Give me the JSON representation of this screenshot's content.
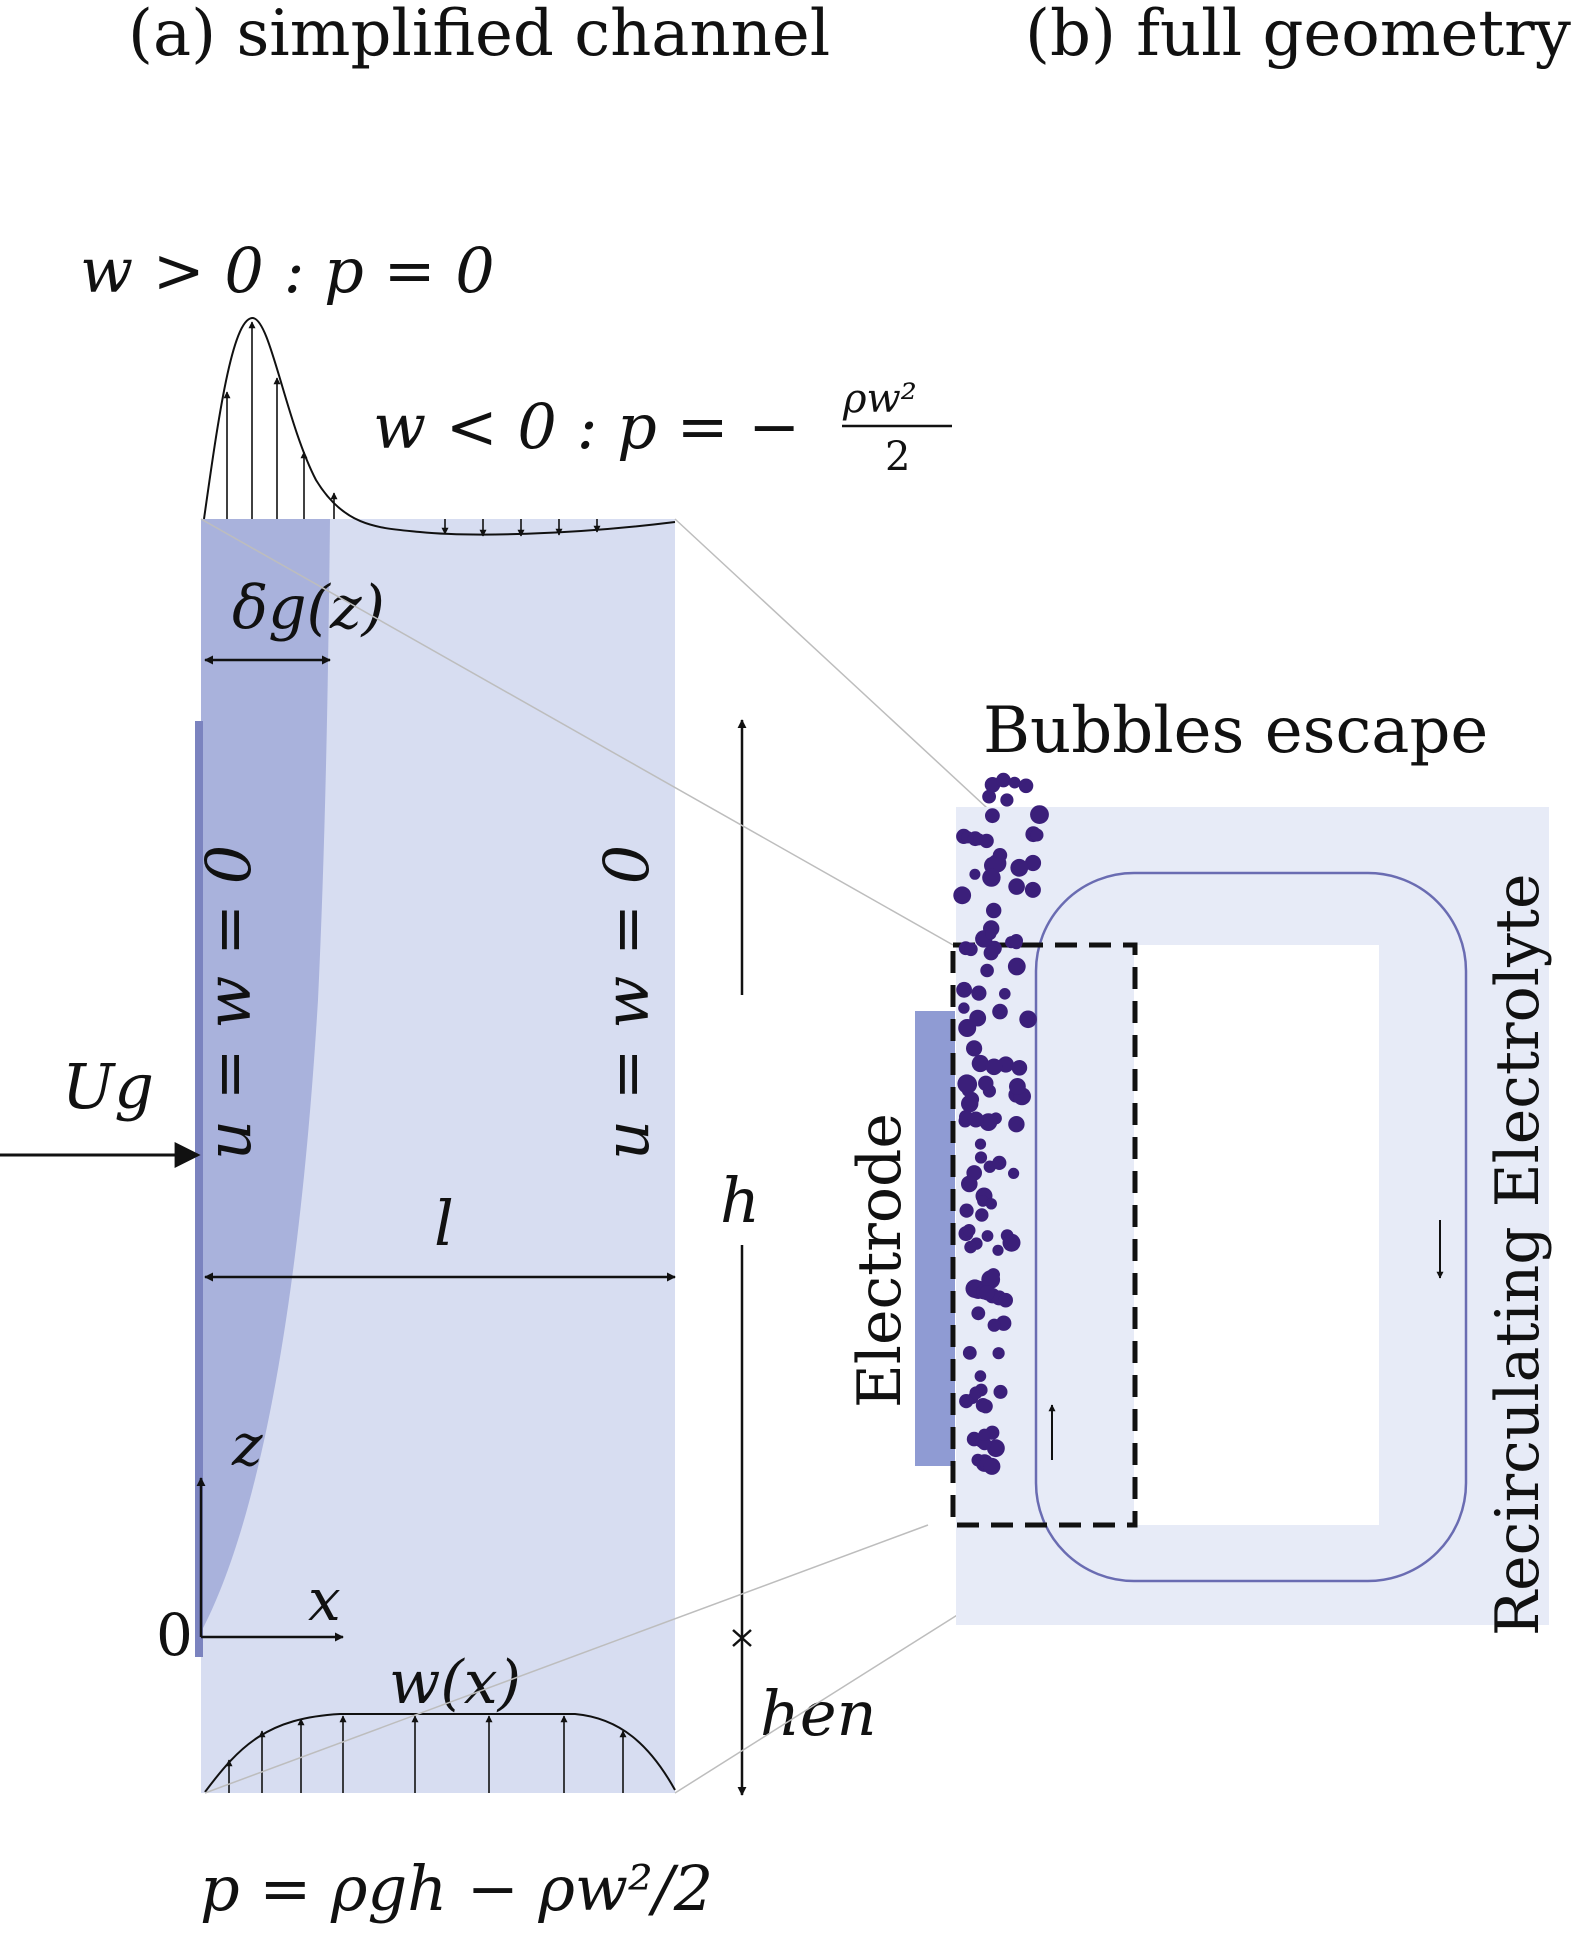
{
  "panels": {
    "a_title": "(a) simplified channel",
    "b_title": "(b) full geometry"
  },
  "channel": {
    "top_bc_positive": "w > 0 : p = 0",
    "top_bc_negative_prefix": "w < 0 : p = −",
    "top_bc_negative_num": "ρw²",
    "top_bc_negative_den": "2",
    "plume_thickness": "δg(z)",
    "left_wall_bc": "u = w = 0",
    "right_wall_bc": "u = w = 0",
    "gas_flux": "Ug",
    "width": "l",
    "height": "h",
    "entrance_height": "hen",
    "z_axis": "z",
    "x_axis": "x",
    "origin": "0",
    "inlet_profile": "w(x)",
    "bottom_bc": "p = ρgh − ρw²/2"
  },
  "geometry": {
    "bubbles_label": "Bubbles escape",
    "electrode_label": "Electrode",
    "electrolyte_label": "Recirculating Electrolyte"
  },
  "colors": {
    "channel_fill": "#d7ddf1",
    "plume_fill": "#a9b2dc",
    "electrode_fill": "#8f9bd3",
    "wall_line": "#7b83bf",
    "geometry_fill": "#e7ebf7",
    "loop_stroke": "#6a6cb2",
    "bubble_fill": "#3b1f7a"
  }
}
